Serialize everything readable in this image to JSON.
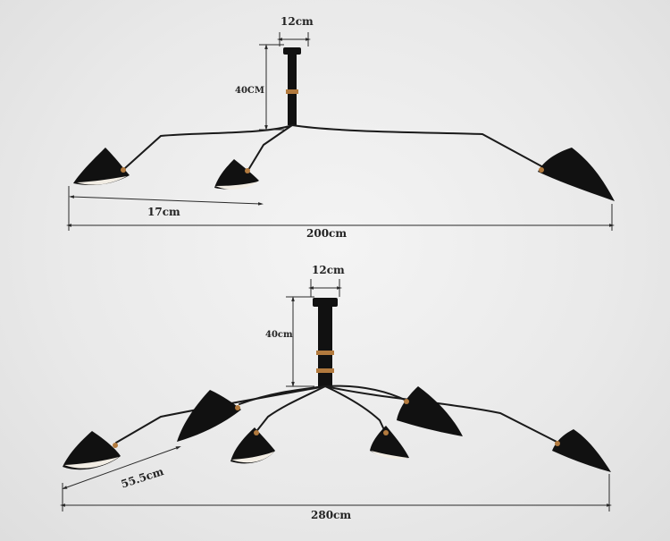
{
  "top_lamp": {
    "canopy_width_label": "12cm",
    "drop_label": "40CM",
    "arm_label": "17cm",
    "total_width_label": "200cm"
  },
  "bottom_lamp": {
    "canopy_width_label": "12cm",
    "drop_label": "40cm",
    "arm_label": "55.5cm",
    "total_width_label": "280cm"
  },
  "colors": {
    "background": "#ececec",
    "lamp_black": "#111111",
    "brass_joint": "#b27a3e",
    "shade_interior": "#f2ede4"
  }
}
